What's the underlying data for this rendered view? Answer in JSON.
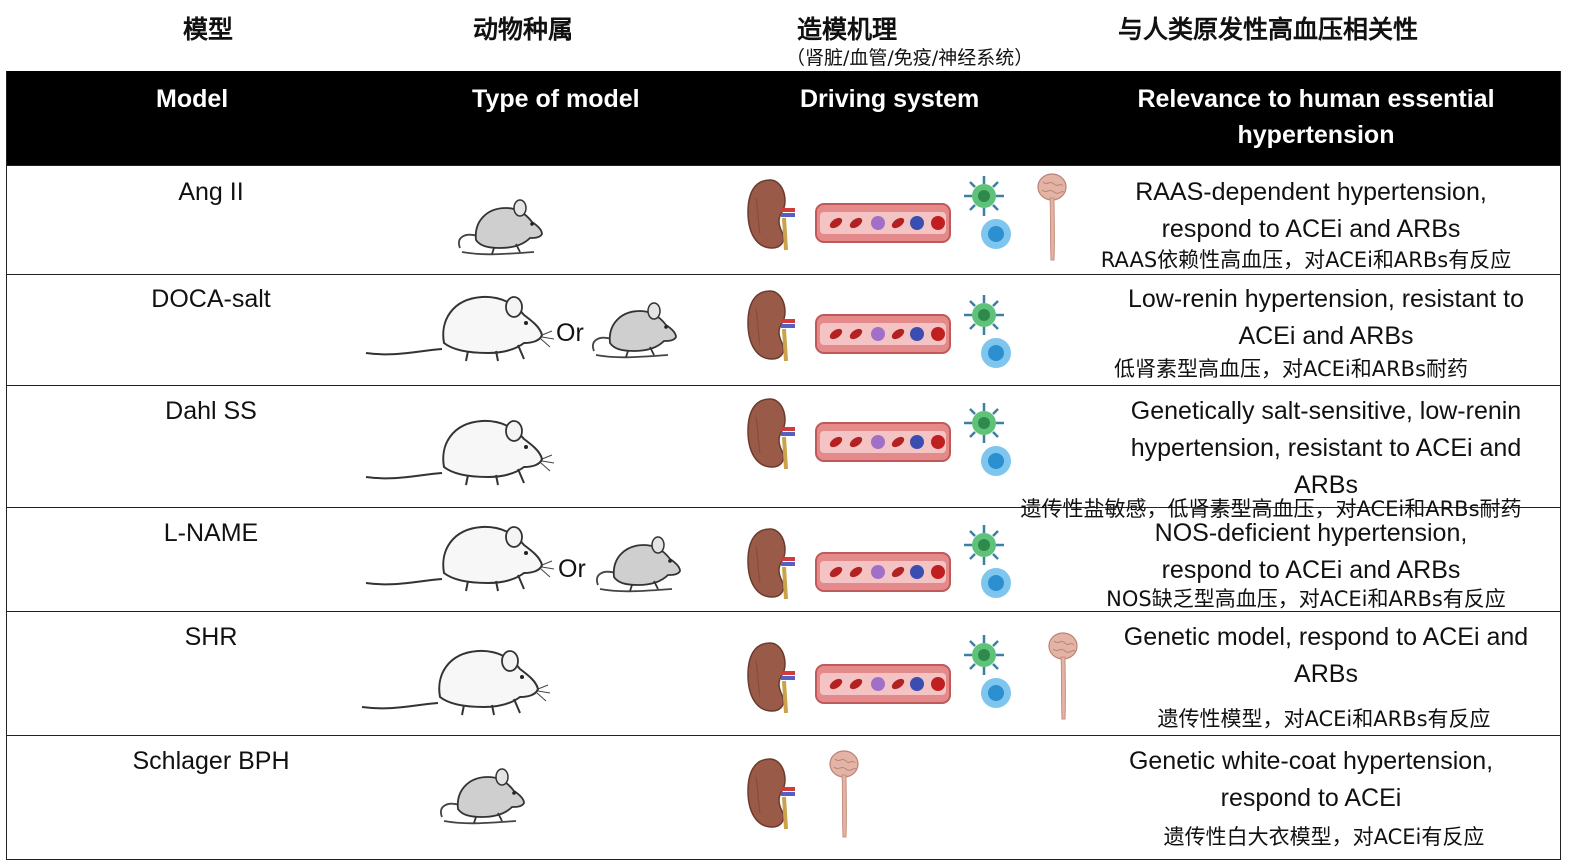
{
  "header_cn": {
    "model": "模型",
    "species": "动物种属",
    "mechanism": "造模机理",
    "mechanism_sub": "（肾脏/血管/免疫/神经系统）",
    "relevance": "与人类原发性高血压相关性"
  },
  "header_en": {
    "model": "Model",
    "type": "Type of model",
    "driving": "Driving system",
    "relevance_line1": "Relevance to human essential",
    "relevance_line2": "hypertension"
  },
  "rows": [
    {
      "model": "Ang II",
      "animals": [
        "mouse"
      ],
      "systems": [
        "kidney-icon",
        "blood-vessel-icon",
        "immune-cells-icon",
        "nervous-system-icon"
      ],
      "rel_line1": "RAAS-dependent hypertension,",
      "rel_line2": "respond to ACEi and ARBs",
      "rel_line3": "",
      "rel_cn": "RAAS依赖性高血压，对ACEi和ARBs有反应"
    },
    {
      "model": "DOCA-salt",
      "animals": [
        "rat",
        "mouse"
      ],
      "or": "Or",
      "systems": [
        "kidney-icon",
        "blood-vessel-icon",
        "immune-cells-icon"
      ],
      "rel_line1": "Low-renin hypertension, resistant to",
      "rel_line2": "ACEi and ARBs",
      "rel_line3": "",
      "rel_cn": "低肾素型高血压，对ACEi和ARBs耐药"
    },
    {
      "model": "Dahl SS",
      "animals": [
        "rat"
      ],
      "systems": [
        "kidney-icon",
        "blood-vessel-icon",
        "immune-cells-icon"
      ],
      "rel_line1": "Genetically salt-sensitive, low-renin",
      "rel_line2": "hypertension, resistant to ACEi and",
      "rel_line3": "ARBs",
      "rel_cn": "遗传性盐敏感，低肾素型高血压，对ACEi和ARBs耐药"
    },
    {
      "model": "L-NAME",
      "animals": [
        "rat",
        "mouse"
      ],
      "or": "Or",
      "systems": [
        "kidney-icon",
        "blood-vessel-icon",
        "immune-cells-icon"
      ],
      "rel_line1": "NOS-deficient hypertension,",
      "rel_line2": "respond to ACEi and ARBs",
      "rel_line3": "",
      "rel_cn": "NOS缺乏型高血压，对ACEi和ARBs有反应"
    },
    {
      "model": "SHR",
      "animals": [
        "rat"
      ],
      "systems": [
        "kidney-icon",
        "blood-vessel-icon",
        "immune-cells-icon",
        "nervous-system-icon"
      ],
      "rel_line1": "Genetic model, respond to ACEi and",
      "rel_line2": "ARBs",
      "rel_line3": "",
      "rel_cn": "遗传性模型，对ACEi和ARBs有反应"
    },
    {
      "model": "Schlager BPH",
      "animals": [
        "mouse"
      ],
      "systems": [
        "kidney-icon",
        "nervous-system-icon"
      ],
      "rel_line1": "Genetic white-coat hypertension,",
      "rel_line2": "respond to ACEi",
      "rel_line3": "",
      "rel_cn": "遗传性白大衣模型，对ACEi有反应"
    }
  ],
  "colors": {
    "header_bg": "#000000",
    "kidney": "#9a5a48",
    "vessel": "#e58a8a",
    "immune_green": "#4cb86a",
    "immune_blue": "#4aa8e0",
    "brain": "#e3b3a6"
  }
}
